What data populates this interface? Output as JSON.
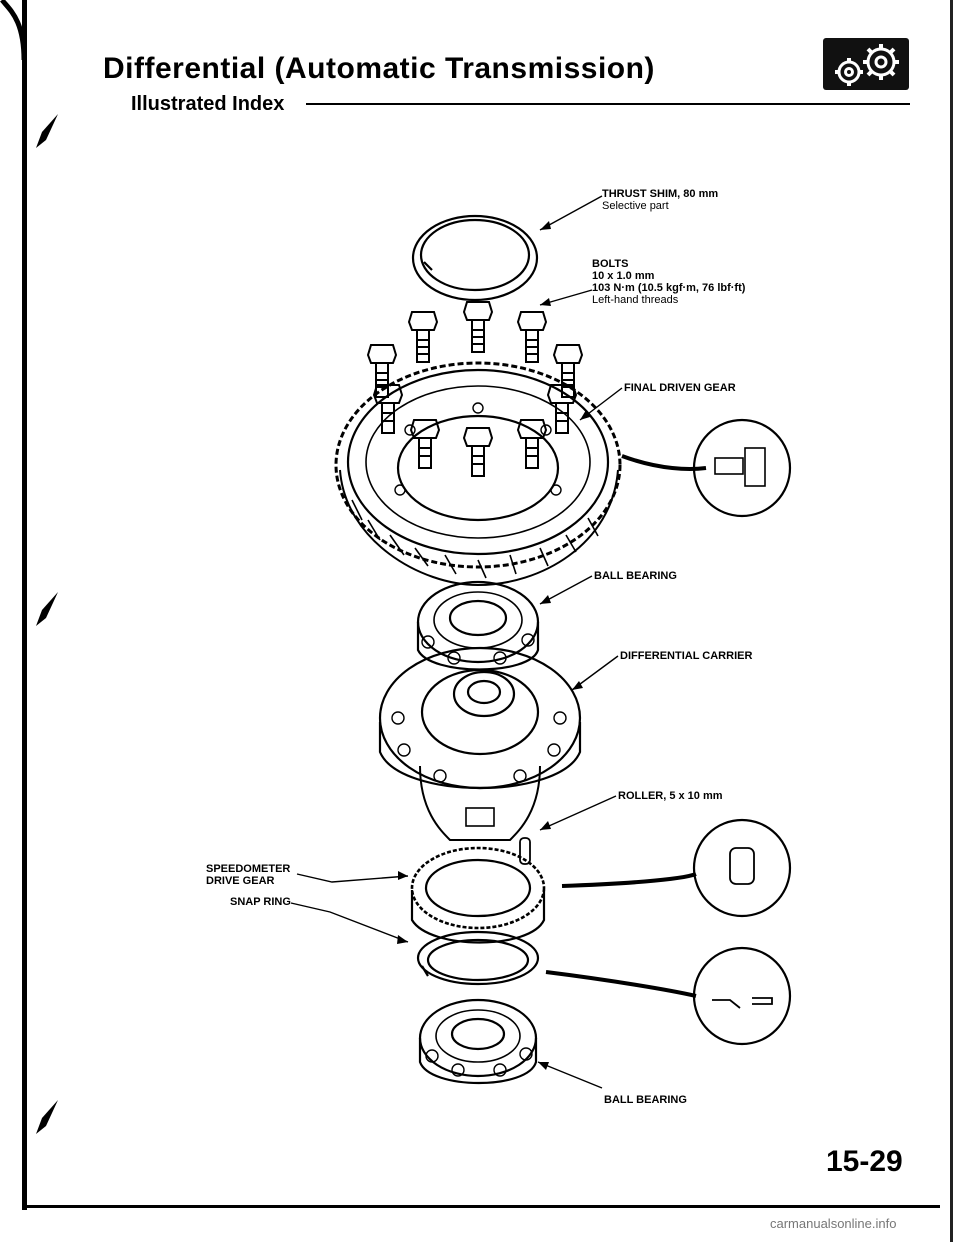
{
  "header": {
    "title": "Differential (Automatic Transmission)",
    "subtitle": "Illustrated Index",
    "section_icon": "gear-section-icon"
  },
  "callouts": {
    "thrust_shim": {
      "name": "THRUST SHIM, 80 mm",
      "note": "Selective part"
    },
    "bolts": {
      "name": "BOLTS",
      "size": "10 x 1.0 mm",
      "torque": "103 N·m (10.5 kgf·m, 76 lbf·ft)",
      "note": "Left-hand threads"
    },
    "final_driven_gear": "FINAL DRIVEN GEAR",
    "ball_bearing_top": "BALL BEARING",
    "differential_carrier": "DIFFERENTIAL CARRIER",
    "roller": "ROLLER, 5 x 10 mm",
    "speedometer_drive_gear": {
      "line1": "SPEEDOMETER",
      "line2": "DRIVE GEAR"
    },
    "snap_ring": "SNAP RING",
    "ball_bearing_bottom": "BALL BEARING"
  },
  "footer": {
    "page_number": "15-29",
    "watermark": "carmanualsonline.info"
  }
}
